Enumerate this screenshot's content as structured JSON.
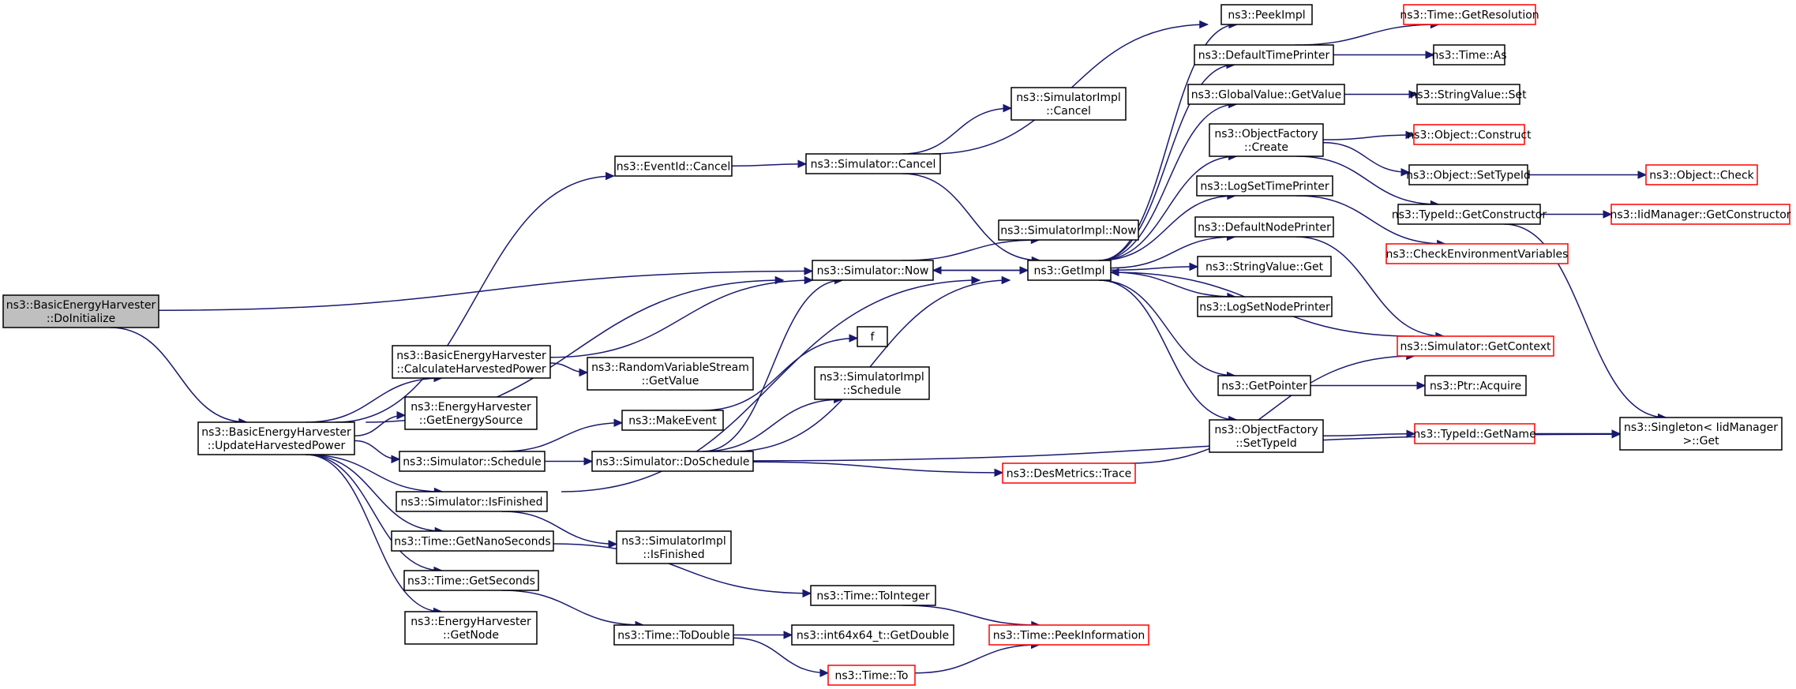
{
  "graph": {
    "nodes": [
      {
        "id": "root",
        "lines": [
          "ns3::BasicEnergyHarvester",
          "::DoInitialize"
        ],
        "status": "root"
      },
      {
        "id": "uhp",
        "lines": [
          "ns3::BasicEnergyHarvester",
          "::UpdateHarvestedPower"
        ],
        "status": "normal"
      },
      {
        "id": "evcancel",
        "lines": [
          "ns3::EventId::Cancel"
        ],
        "status": "normal"
      },
      {
        "id": "simcancel",
        "lines": [
          "ns3::Simulator::Cancel"
        ],
        "status": "normal"
      },
      {
        "id": "simimplcancel",
        "lines": [
          "ns3::SimulatorImpl",
          "::Cancel"
        ],
        "status": "normal"
      },
      {
        "id": "simnow",
        "lines": [
          "ns3::Simulator::Now"
        ],
        "status": "normal"
      },
      {
        "id": "simimplnow",
        "lines": [
          "ns3::SimulatorImpl::Now"
        ],
        "status": "normal"
      },
      {
        "id": "getimpl",
        "lines": [
          "ns3::GetImpl"
        ],
        "status": "normal"
      },
      {
        "id": "chp",
        "lines": [
          "ns3::BasicEnergyHarvester",
          "::CalculateHarvestedPower"
        ],
        "status": "normal"
      },
      {
        "id": "rvs",
        "lines": [
          "ns3::RandomVariableStream",
          "::GetValue"
        ],
        "status": "normal"
      },
      {
        "id": "ges",
        "lines": [
          "ns3::EnergyHarvester",
          "::GetEnergySource"
        ],
        "status": "normal"
      },
      {
        "id": "makeevent",
        "lines": [
          "ns3::MakeEvent"
        ],
        "status": "normal"
      },
      {
        "id": "f",
        "lines": [
          "f"
        ],
        "status": "normal"
      },
      {
        "id": "simimplsched",
        "lines": [
          "ns3::SimulatorImpl",
          "::Schedule"
        ],
        "status": "normal"
      },
      {
        "id": "simsched",
        "lines": [
          "ns3::Simulator::Schedule"
        ],
        "status": "normal"
      },
      {
        "id": "dosched",
        "lines": [
          "ns3::Simulator::DoSchedule"
        ],
        "status": "normal"
      },
      {
        "id": "desmetrics",
        "lines": [
          "ns3::DesMetrics::Trace"
        ],
        "status": "truncated"
      },
      {
        "id": "isfin",
        "lines": [
          "ns3::Simulator::IsFinished"
        ],
        "status": "normal"
      },
      {
        "id": "simimplisfin",
        "lines": [
          "ns3::SimulatorImpl",
          "::IsFinished"
        ],
        "status": "normal"
      },
      {
        "id": "getnano",
        "lines": [
          "ns3::Time::GetNanoSeconds"
        ],
        "status": "normal"
      },
      {
        "id": "getsec",
        "lines": [
          "ns3::Time::GetSeconds"
        ],
        "status": "normal"
      },
      {
        "id": "getnode",
        "lines": [
          "ns3::EnergyHarvester",
          "::GetNode"
        ],
        "status": "normal"
      },
      {
        "id": "tointeger",
        "lines": [
          "ns3::Time::ToInteger"
        ],
        "status": "normal"
      },
      {
        "id": "todouble",
        "lines": [
          "ns3::Time::ToDouble"
        ],
        "status": "normal"
      },
      {
        "id": "int64",
        "lines": [
          "ns3::int64x64_t::GetDouble"
        ],
        "status": "normal"
      },
      {
        "id": "timeto",
        "lines": [
          "ns3::Time::To"
        ],
        "status": "truncated"
      },
      {
        "id": "peekinfo",
        "lines": [
          "ns3::Time::PeekInformation"
        ],
        "status": "truncated"
      },
      {
        "id": "peekimpl",
        "lines": [
          "ns3::PeekImpl"
        ],
        "status": "normal"
      },
      {
        "id": "deftp",
        "lines": [
          "ns3::DefaultTimePrinter"
        ],
        "status": "normal"
      },
      {
        "id": "gvget",
        "lines": [
          "ns3::GlobalValue::GetValue"
        ],
        "status": "normal"
      },
      {
        "id": "ofcreate",
        "lines": [
          "ns3::ObjectFactory",
          "::Create"
        ],
        "status": "normal"
      },
      {
        "id": "logstp",
        "lines": [
          "ns3::LogSetTimePrinter"
        ],
        "status": "normal"
      },
      {
        "id": "defnp",
        "lines": [
          "ns3::DefaultNodePrinter"
        ],
        "status": "normal"
      },
      {
        "id": "svget",
        "lines": [
          "ns3::StringValue::Get"
        ],
        "status": "normal"
      },
      {
        "id": "logsnp",
        "lines": [
          "ns3::LogSetNodePrinter"
        ],
        "status": "normal"
      },
      {
        "id": "getptr",
        "lines": [
          "ns3::GetPointer"
        ],
        "status": "normal"
      },
      {
        "id": "ofsettid",
        "lines": [
          "ns3::ObjectFactory",
          "::SetTypeId"
        ],
        "status": "normal"
      },
      {
        "id": "getres",
        "lines": [
          "ns3::Time::GetResolution"
        ],
        "status": "truncated"
      },
      {
        "id": "timeas",
        "lines": [
          "ns3::Time::As"
        ],
        "status": "normal"
      },
      {
        "id": "svset",
        "lines": [
          "ns3::StringValue::Set"
        ],
        "status": "normal"
      },
      {
        "id": "objconstruct",
        "lines": [
          "ns3::Object::Construct"
        ],
        "status": "truncated"
      },
      {
        "id": "objsettid",
        "lines": [
          "ns3::Object::SetTypeId"
        ],
        "status": "normal"
      },
      {
        "id": "objcheck",
        "lines": [
          "ns3::Object::Check"
        ],
        "status": "truncated"
      },
      {
        "id": "tidgetctor",
        "lines": [
          "ns3::TypeId::GetConstructor"
        ],
        "status": "normal"
      },
      {
        "id": "iidgetctor",
        "lines": [
          "ns3::IidManager::GetConstructor"
        ],
        "status": "truncated"
      },
      {
        "id": "checkenv",
        "lines": [
          "ns3::CheckEnvironmentVariables"
        ],
        "status": "truncated"
      },
      {
        "id": "simgetctx",
        "lines": [
          "ns3::Simulator::GetContext"
        ],
        "status": "truncated"
      },
      {
        "id": "ptracq",
        "lines": [
          "ns3::Ptr::Acquire"
        ],
        "status": "normal"
      },
      {
        "id": "tidgetname",
        "lines": [
          "ns3::TypeId::GetName"
        ],
        "status": "truncated"
      },
      {
        "id": "singleton",
        "lines": [
          "ns3::Singleton< IidManager",
          ">::Get"
        ],
        "status": "normal"
      }
    ],
    "edges": [
      [
        "root",
        "uhp"
      ],
      [
        "root",
        "simnow"
      ],
      [
        "uhp",
        "evcancel"
      ],
      [
        "uhp",
        "simnow"
      ],
      [
        "uhp",
        "chp"
      ],
      [
        "uhp",
        "ges"
      ],
      [
        "uhp",
        "simsched"
      ],
      [
        "uhp",
        "isfin"
      ],
      [
        "uhp",
        "getnano"
      ],
      [
        "uhp",
        "getsec"
      ],
      [
        "uhp",
        "getnode"
      ],
      [
        "evcancel",
        "simcancel"
      ],
      [
        "simcancel",
        "simimplcancel"
      ],
      [
        "simcancel",
        "getimpl"
      ],
      [
        "simcancel",
        "peekimpl"
      ],
      [
        "simnow",
        "simimplnow"
      ],
      [
        "simnow",
        "getimpl"
      ],
      [
        "chp",
        "simnow"
      ],
      [
        "chp",
        "rvs"
      ],
      [
        "simsched",
        "makeevent"
      ],
      [
        "simsched",
        "dosched"
      ],
      [
        "makeevent",
        "f"
      ],
      [
        "dosched",
        "simnow"
      ],
      [
        "dosched",
        "simimplsched"
      ],
      [
        "dosched",
        "getimpl"
      ],
      [
        "dosched",
        "desmetrics"
      ],
      [
        "dosched",
        "singleton"
      ],
      [
        "isfin",
        "getimpl"
      ],
      [
        "isfin",
        "simimplisfin"
      ],
      [
        "getnano",
        "tointeger"
      ],
      [
        "getsec",
        "todouble"
      ],
      [
        "todouble",
        "int64"
      ],
      [
        "todouble",
        "timeto"
      ],
      [
        "timeto",
        "peekinfo"
      ],
      [
        "tointeger",
        "peekinfo"
      ],
      [
        "getimpl",
        "peekimpl"
      ],
      [
        "getimpl",
        "deftp"
      ],
      [
        "getimpl",
        "gvget"
      ],
      [
        "getimpl",
        "ofcreate"
      ],
      [
        "getimpl",
        "logstp"
      ],
      [
        "getimpl",
        "defnp"
      ],
      [
        "getimpl",
        "svget"
      ],
      [
        "getimpl",
        "logsnp"
      ],
      [
        "getimpl",
        "getptr"
      ],
      [
        "getimpl",
        "ofsettid"
      ],
      [
        "getimpl",
        "simnow"
      ],
      [
        "deftp",
        "getres"
      ],
      [
        "deftp",
        "timeas"
      ],
      [
        "gvget",
        "svset"
      ],
      [
        "ofcreate",
        "objconstruct"
      ],
      [
        "ofcreate",
        "objsettid"
      ],
      [
        "ofcreate",
        "tidgetctor"
      ],
      [
        "objsettid",
        "objcheck"
      ],
      [
        "tidgetctor",
        "iidgetctor"
      ],
      [
        "tidgetctor",
        "singleton"
      ],
      [
        "logstp",
        "checkenv"
      ],
      [
        "defnp",
        "simgetctx"
      ],
      [
        "simgetctx",
        "getimpl"
      ],
      [
        "desmetrics",
        "simgetctx"
      ],
      [
        "getptr",
        "ptracq"
      ],
      [
        "ofsettid",
        "tidgetname"
      ],
      [
        "tidgetname",
        "singleton"
      ]
    ]
  }
}
